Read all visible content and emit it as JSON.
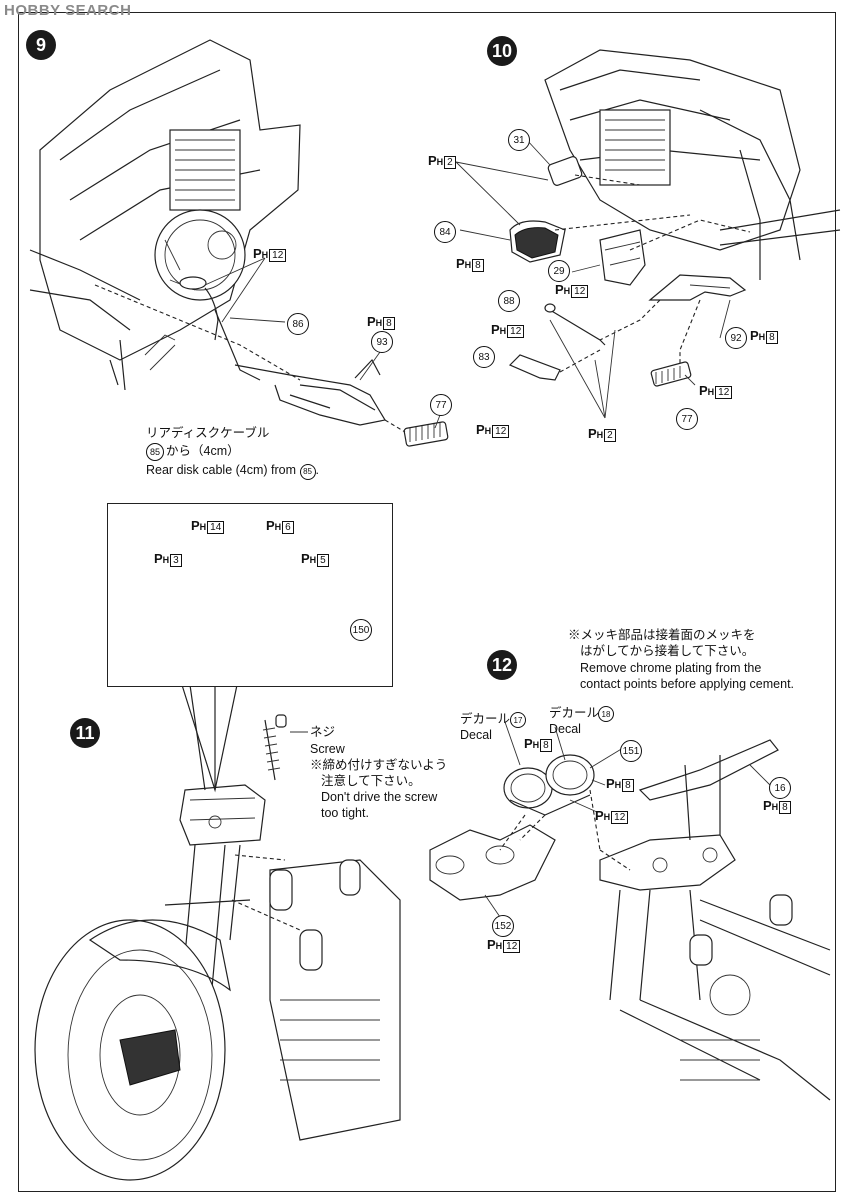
{
  "watermark": "HOBBY SEARCH",
  "steps": {
    "s9": "9",
    "s10": "10",
    "s11": "11",
    "s12": "12"
  },
  "ph_prefix": "P",
  "ph_sub": "H",
  "step9": {
    "ph12": "12",
    "ph8": "8",
    "ph12b": "12",
    "part86": "86",
    "part93": "93",
    "part77": "77",
    "note_jp1": "リアディスクケーブル",
    "note_part": "85",
    "note_jp2": "から（4cm）",
    "note_en": "Rear disk cable (4cm) from",
    "note_en_part": "85",
    "note_en_end": "."
  },
  "step10": {
    "ph2": "2",
    "ph8": "8",
    "ph12": "12",
    "ph12b": "12",
    "ph8b": "8",
    "ph12c": "12",
    "ph2b": "2",
    "part31": "31",
    "part84": "84",
    "part29": "29",
    "part88": "88",
    "part83": "83",
    "part92": "92",
    "part77": "77"
  },
  "step11": {
    "inset_ph14": "14",
    "inset_ph6": "6",
    "inset_ph3": "3",
    "inset_ph5": "5",
    "part150": "150",
    "screw_jp": "ネジ",
    "screw_en": "Screw",
    "warn_jp1": "※締め付けすぎないよう",
    "warn_jp2": "注意して下さい。",
    "warn_en1": "Don't drive the screw",
    "warn_en2": "too tight."
  },
  "step12": {
    "chrome_jp1": "※メッキ部品は接着面のメッキを",
    "chrome_jp2": "はがしてから接着して下さい。",
    "chrome_en1": "Remove chrome plating from the",
    "chrome_en2": "contact points before applying cement.",
    "decal1_jp": "デカール",
    "decal1_part": "17",
    "decal1_en": "Decal",
    "decal2_jp": "デカール",
    "decal2_part": "18",
    "decal2_en": "Decal",
    "ph8": "8",
    "ph8b": "8",
    "ph12": "12",
    "ph8c": "8",
    "ph12b": "12",
    "part151": "151",
    "part16": "16",
    "part152": "152"
  }
}
